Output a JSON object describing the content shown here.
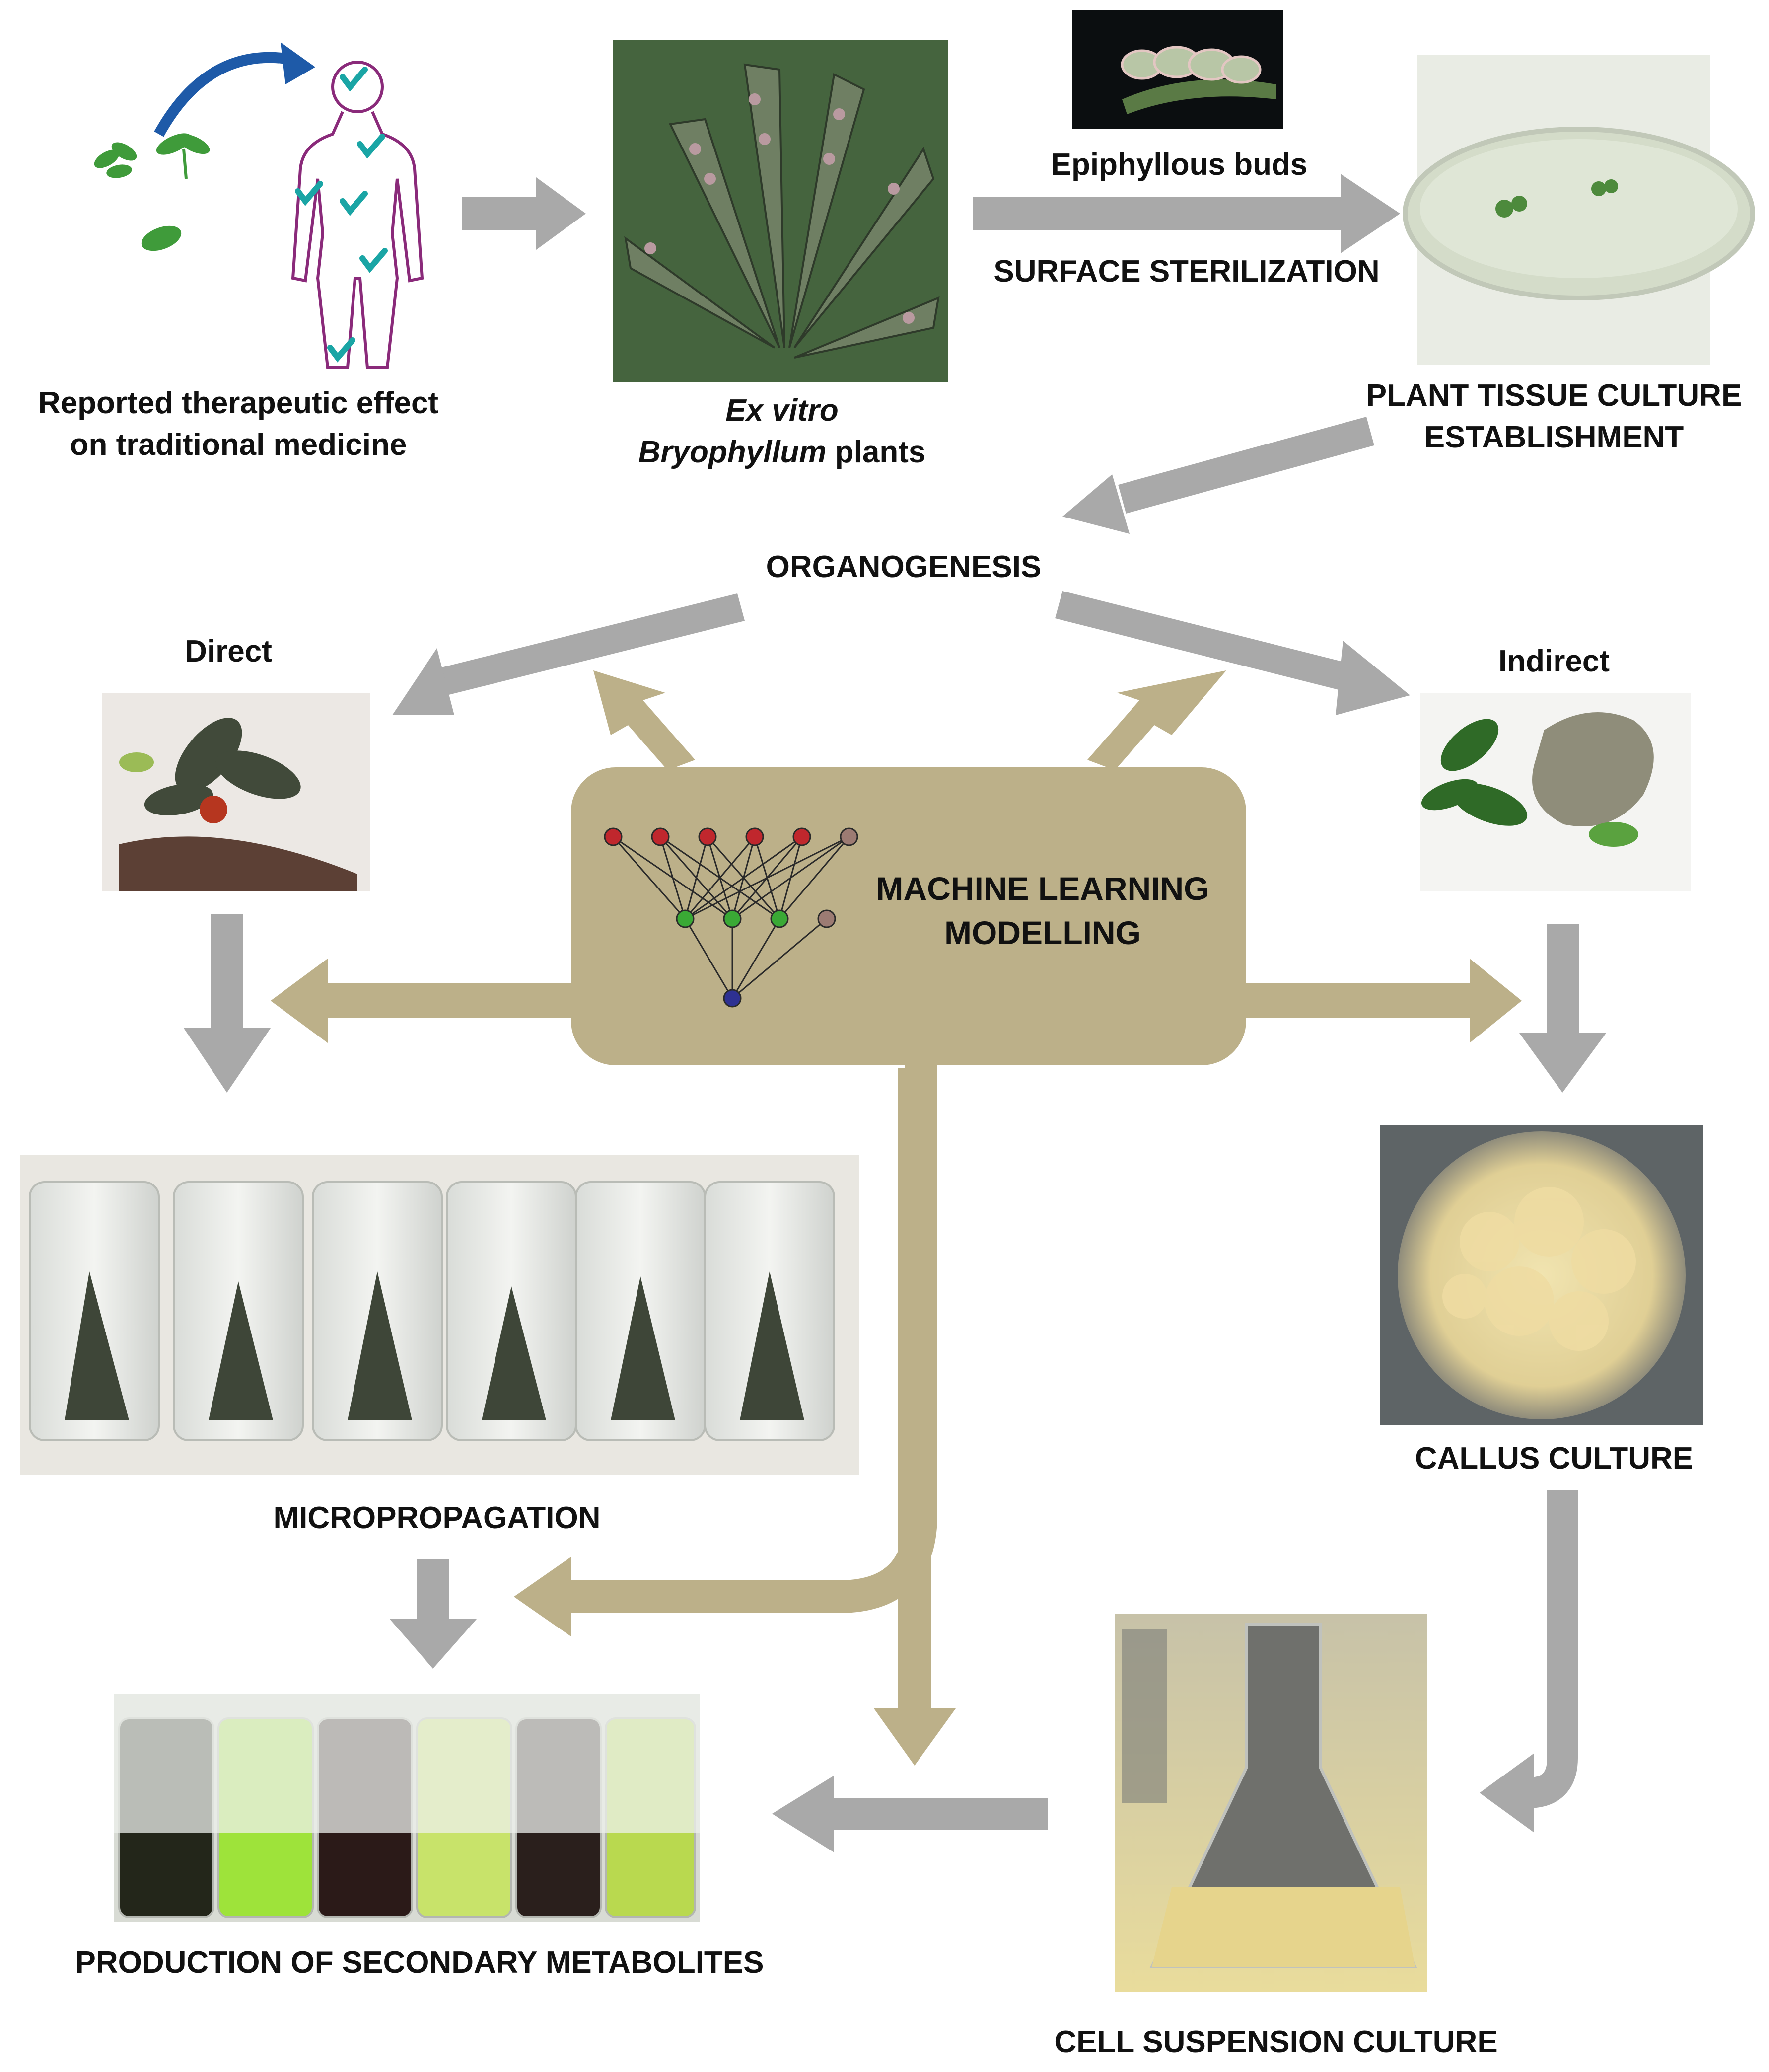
{
  "colors": {
    "process_arrow": "#a9a9a9",
    "ml_box": "#bcb089",
    "neuron_input": "#c0272d",
    "neuron_bias": "#9c7b73",
    "neuron_hidden": "#3aa935",
    "neuron_output": "#2e3192",
    "checkmark": "#1aa5a5",
    "body_outline": "#8a2a7a",
    "curved_arrow": "#1e5aa8"
  },
  "labels": {
    "therapeutic_line1": "Reported therapeutic effect",
    "therapeutic_line2": "on traditional medicine",
    "exvitro_italic": "Ex vitro",
    "bryophyllum_italic": "Bryophyllum",
    "plants_word": " plants",
    "epiphyllous": "Epiphyllous buds",
    "sterilization": "SURFACE STERILIZATION",
    "ptc_line1": "PLANT TISSUE CULTURE",
    "ptc_line2": "ESTABLISHMENT",
    "organogenesis": "ORGANOGENESIS",
    "direct": "Direct",
    "indirect": "Indirect",
    "ml_line1": "MACHINE LEARNING",
    "ml_line2": "MODELLING",
    "micropropagation": "MICROPROPAGATION",
    "callus": "CALLUS CULTURE",
    "secondary": "PRODUCTION OF SECONDARY METABOLITES",
    "suspension": "CELL SUSPENSION CULTURE"
  },
  "icons": [
    "leaf-icon",
    "human-body-icon",
    "checkmark-icon",
    "curved-arrow-icon",
    "neural-network-icon"
  ],
  "photos": [
    "bryophyllum-plant-photo",
    "epiphyllous-buds-photo",
    "petri-dish-photo",
    "direct-shoot-photo",
    "indirect-callus-shoot-photo",
    "micropropagation-jars-photo",
    "callus-culture-photo",
    "secondary-metabolites-photo",
    "cell-suspension-flask-photo"
  ]
}
